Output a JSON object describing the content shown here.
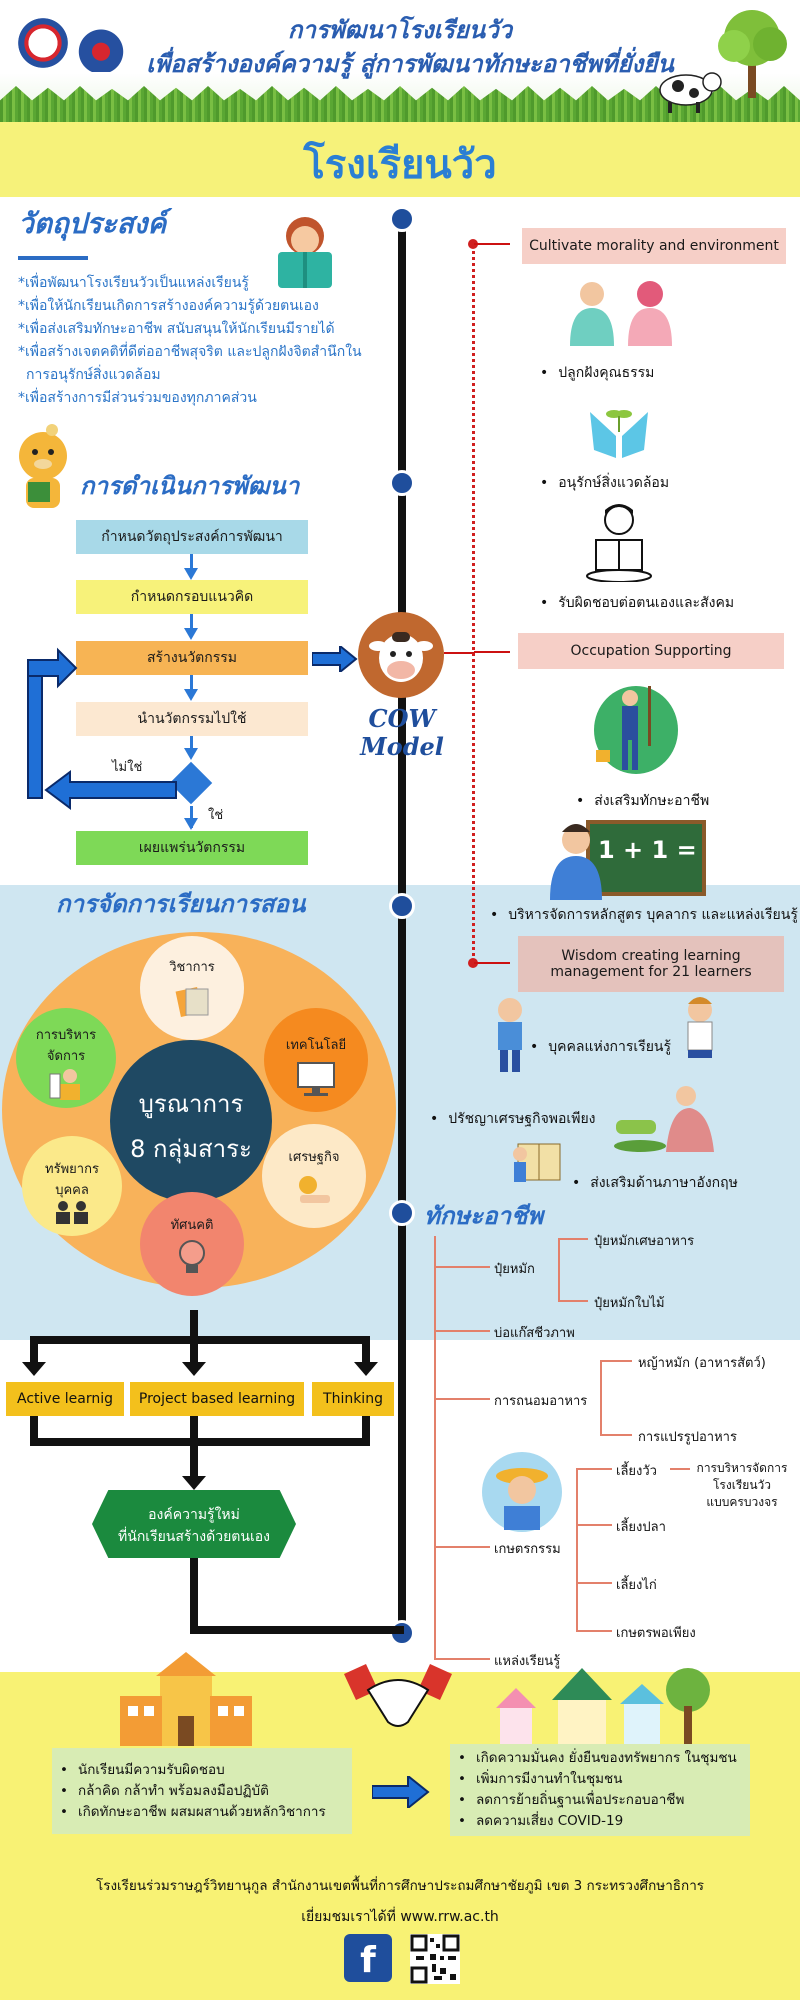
{
  "header": {
    "title_line1": "การพัฒนาโรงเรียนวัว",
    "title_line2": "เพื่อสร้างองค์ความรู้ สู่การพัฒนาทักษะอาชีพที่ยั่งยืน"
  },
  "banner": {
    "title": "โรงเรียนวัว"
  },
  "objectives": {
    "heading": "วัตถุประสงค์",
    "items": [
      "*เพื่อพัฒนาโรงเรียนวัวเป็นแหล่งเรียนรู้",
      "*เพื่อให้นักเรียนเกิดการสร้างองค์ความรู้ด้วยตนเอง",
      "*เพื่อส่งเสริมทักษะอาชีพ สนับสนุนให้นักเรียนมีรายได้",
      "*เพื่อสร้างเจตคติที่ดีต่ออาชีพสุจริต และปลูกฝังจิตสำนึกใน",
      "การอนุรักษ์สิ่งแวดล้อม",
      "*เพื่อสร้างการมีส่วนร่วมของทุกภาคส่วน"
    ]
  },
  "process": {
    "heading": "การดำเนินการพัฒนา",
    "steps": [
      "กำหนดวัตถุประสงค์การพัฒนา",
      "กำหนดกรอบแนวคิด",
      "สร้างนวัตกรรม",
      "นำนวัตกรรมไปใช้",
      "เผยแพร่นวัตกรรม"
    ],
    "no_label": "ไม่ใช่",
    "yes_label": "ใช่"
  },
  "cow_model": {
    "line1": "COW",
    "line2": "Model"
  },
  "right": {
    "box1": "Cultivate morality and environment",
    "b1": [
      "ปลูกฝังคุณธรรม",
      "อนุรักษ์สิ่งแวดล้อม",
      "รับผิดชอบต่อตนเองและสังคม"
    ],
    "box2": "Occupation Supporting",
    "b2": [
      "ส่งเสริมทักษะอาชีพ",
      "บริหารจัดการหลักสูตร บุคลากร และแหล่งเรียนรู้"
    ],
    "board_text": "1 + 1 =",
    "box3_line1": "Wisdom creating learning",
    "box3_line2": "management for 21 learners",
    "b3": [
      "บุคคลแห่งการเรียนรู้",
      "ปรัชญาเศรษฐกิจพอเพียง",
      "ส่งเสริมด้านภาษาอังกฤษ"
    ]
  },
  "teaching": {
    "heading": "การจัดการเรียนการสอน",
    "center_line1": "บูรณาการ",
    "center_line2": "8 กลุ่มสาระ",
    "sat_academic": "วิชาการ",
    "sat_tech": "เทคโนโลยี",
    "sat_econ": "เศรษฐกิจ",
    "sat_attitude": "ทัศนคติ",
    "sat_hr_1": "ทรัพยากร",
    "sat_hr_2": "บุคคล",
    "sat_admin_1": "การบริหาร",
    "sat_admin_2": "จัดการ",
    "methods": [
      "Active learnig",
      "Project based learning",
      "Thinking"
    ],
    "result_line1": "องค์ความรู้ใหม่",
    "result_line2": "ที่นักเรียนสร้างด้วยตนเอง"
  },
  "skills": {
    "heading": "ทักษะอาชีพ",
    "compost": "ปุ๋ยหมัก",
    "compost_a": "ปุ๋ยหมักเศษอาหาร",
    "compost_b": "ปุ๋ยหมักใบไม้",
    "biogas": "บ่อแก๊สชีวภาพ",
    "food": "การถนอมอาหาร",
    "food_a": "หญ้าหมัก (อาหารสัตว์)",
    "food_b": "การแปรรูปอาหาร",
    "agri": "เกษตรกรรม",
    "agri_a": "เลี้ยงวัว",
    "agri_a_note1": "การบริหารจัดการ",
    "agri_a_note2": "โรงเรียนวัว",
    "agri_a_note3": "แบบครบวงจร",
    "agri_b": "เลี้ยงปลา",
    "agri_c": "เลี้ยงไก่",
    "agri_d": "เกษตรพอเพียง",
    "source": "แหล่งเรียนรู้"
  },
  "outcomes": {
    "students": [
      "นักเรียนมีความรับผิดชอบ",
      "กล้าคิด กล้าทำ พร้อมลงมือปฏิบัติ",
      "เกิดทักษะอาชีพ ผสมผสานด้วยหลักวิชาการ"
    ],
    "community": [
      "เกิดความมั่นคง ยั่งยืนของทรัพยากร ในชุมชน",
      "เพิ่มการมีงานทำในชุมชน",
      "ลดการย้ายถิ่นฐานเพื่อประกอบอาชีพ",
      "ลดความเสี่ยง COVID-19"
    ]
  },
  "footer": {
    "line1": "โรงเรียนร่วมราษฎร์วิทยานุกูล สำนักงานเขตพื้นที่การศึกษาประถมศึกษาชัยภูมิ เขต 3 กระทรวงศึกษาธิการ",
    "line2": "เยี่ยมชมเราได้ที่ www.rrw.ac.th",
    "fb_letter": "f"
  },
  "colors": {
    "primary": "#2a5db0",
    "banner": "#f6f27a",
    "accent_orange": "#f8b25a",
    "tree": "#e3806b"
  }
}
